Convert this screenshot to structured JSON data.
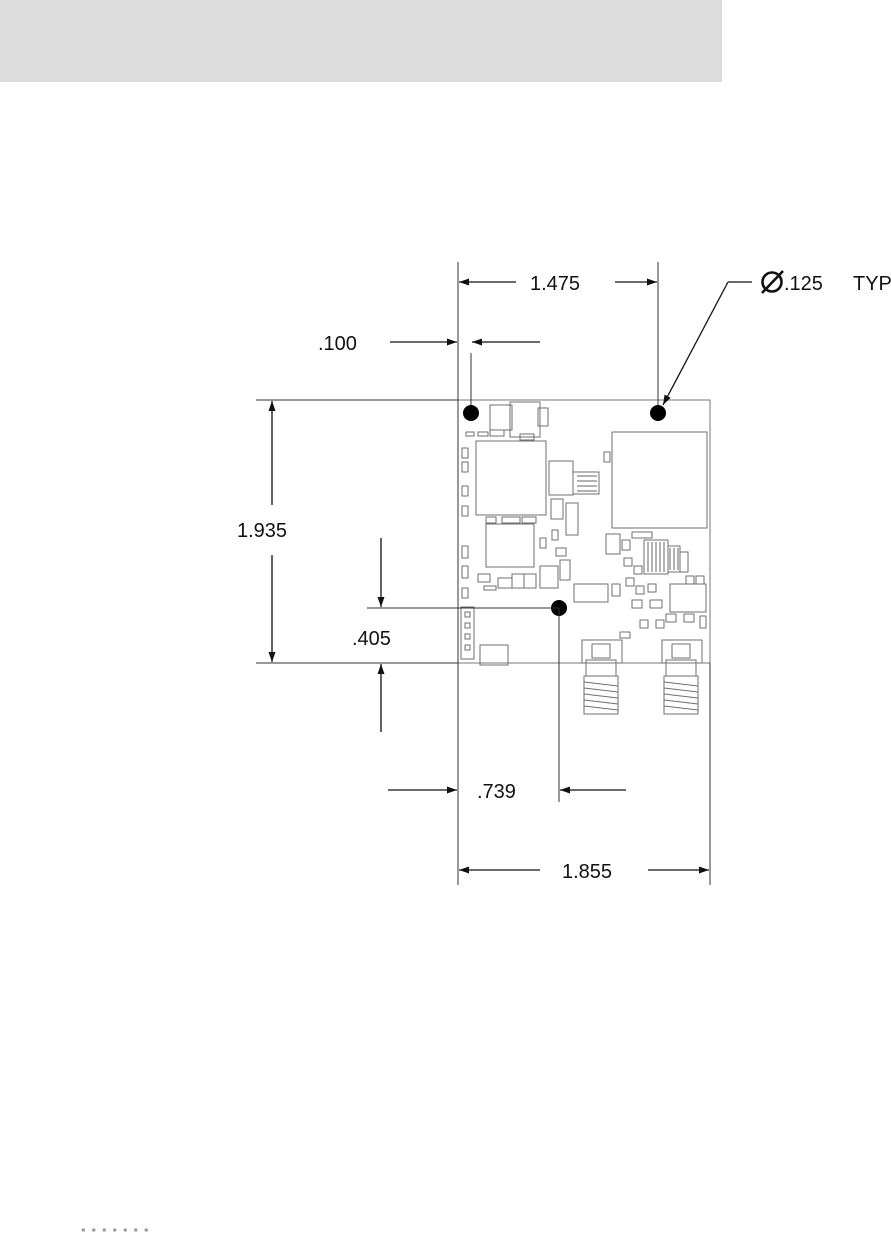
{
  "drawing": {
    "dimensions": {
      "top_span": "1.475",
      "left_offset": ".100",
      "hole_callout_value": ".125",
      "hole_callout_typ": "TYP",
      "height": "1.935",
      "center_hole_y": ".405",
      "center_hole_x": ".739",
      "width": "1.855"
    },
    "hole_callout_symbol": "Ø"
  }
}
